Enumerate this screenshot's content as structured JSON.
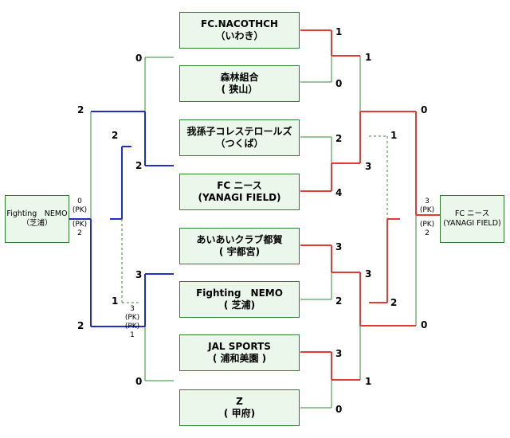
{
  "teams": [
    {
      "name": "FC.NACOTHCH",
      "place": "（いわき）"
    },
    {
      "name": "森林組合",
      "place": "( 狭山）"
    },
    {
      "name": "我孫子コレステロールズ",
      "place": "（つくば）"
    },
    {
      "name": "FC ニース",
      "place": "(YANAGI FIELD)"
    },
    {
      "name": "あいあいクラブ都賀",
      "place": "( 宇都宮)"
    },
    {
      "name": "Fighting　NEMO",
      "place": "( 芝浦)"
    },
    {
      "name": "JAL SPORTS",
      "place": "( 浦和美園 )"
    },
    {
      "name": "Z",
      "place": "( 甲府)"
    }
  ],
  "left_final": {
    "name": "Fighting　NEMO",
    "place": "（芝浦）"
  },
  "right_final": {
    "name": "FC ニース",
    "place": "(YANAGI FIELD)"
  },
  "scores": {
    "r1_m1": [
      "1",
      "0"
    ],
    "r1_m2": [
      "2",
      "4"
    ],
    "r1_m3": [
      "3",
      "2"
    ],
    "r1_m4": [
      "3",
      "0"
    ],
    "r2_top": [
      "1",
      "3"
    ],
    "r2_bottom": [
      "3",
      "1"
    ],
    "sf_right": [
      "1",
      "2"
    ],
    "final_right": [
      "0",
      "0"
    ],
    "left_r1_top": "0",
    "left_r1_mid1": "2",
    "left_r1_mid2": "2",
    "left_sf_upper": "2",
    "left_sf_lower": "2",
    "left_r1_lower_a": "3",
    "left_r1_lower_b": "1",
    "left_r1_bottom": "0"
  },
  "pk": {
    "final_left": {
      "top": "0",
      "top_label": "(PK)",
      "bottom_label": "(PK)",
      "bottom": "2"
    },
    "final_right": {
      "top": "3",
      "top_label": "(PK)",
      "bottom_label": "(PK)",
      "bottom": "2"
    },
    "left_semi": {
      "top": "3",
      "top_label": "(PK)",
      "bottom_label": "(PK)",
      "bottom": "1"
    }
  },
  "colors": {
    "winner_right": "#e53935",
    "winner_left": "#1f2fbf",
    "line": "#2e8b2e",
    "box_fill": "#eaf7ea"
  }
}
